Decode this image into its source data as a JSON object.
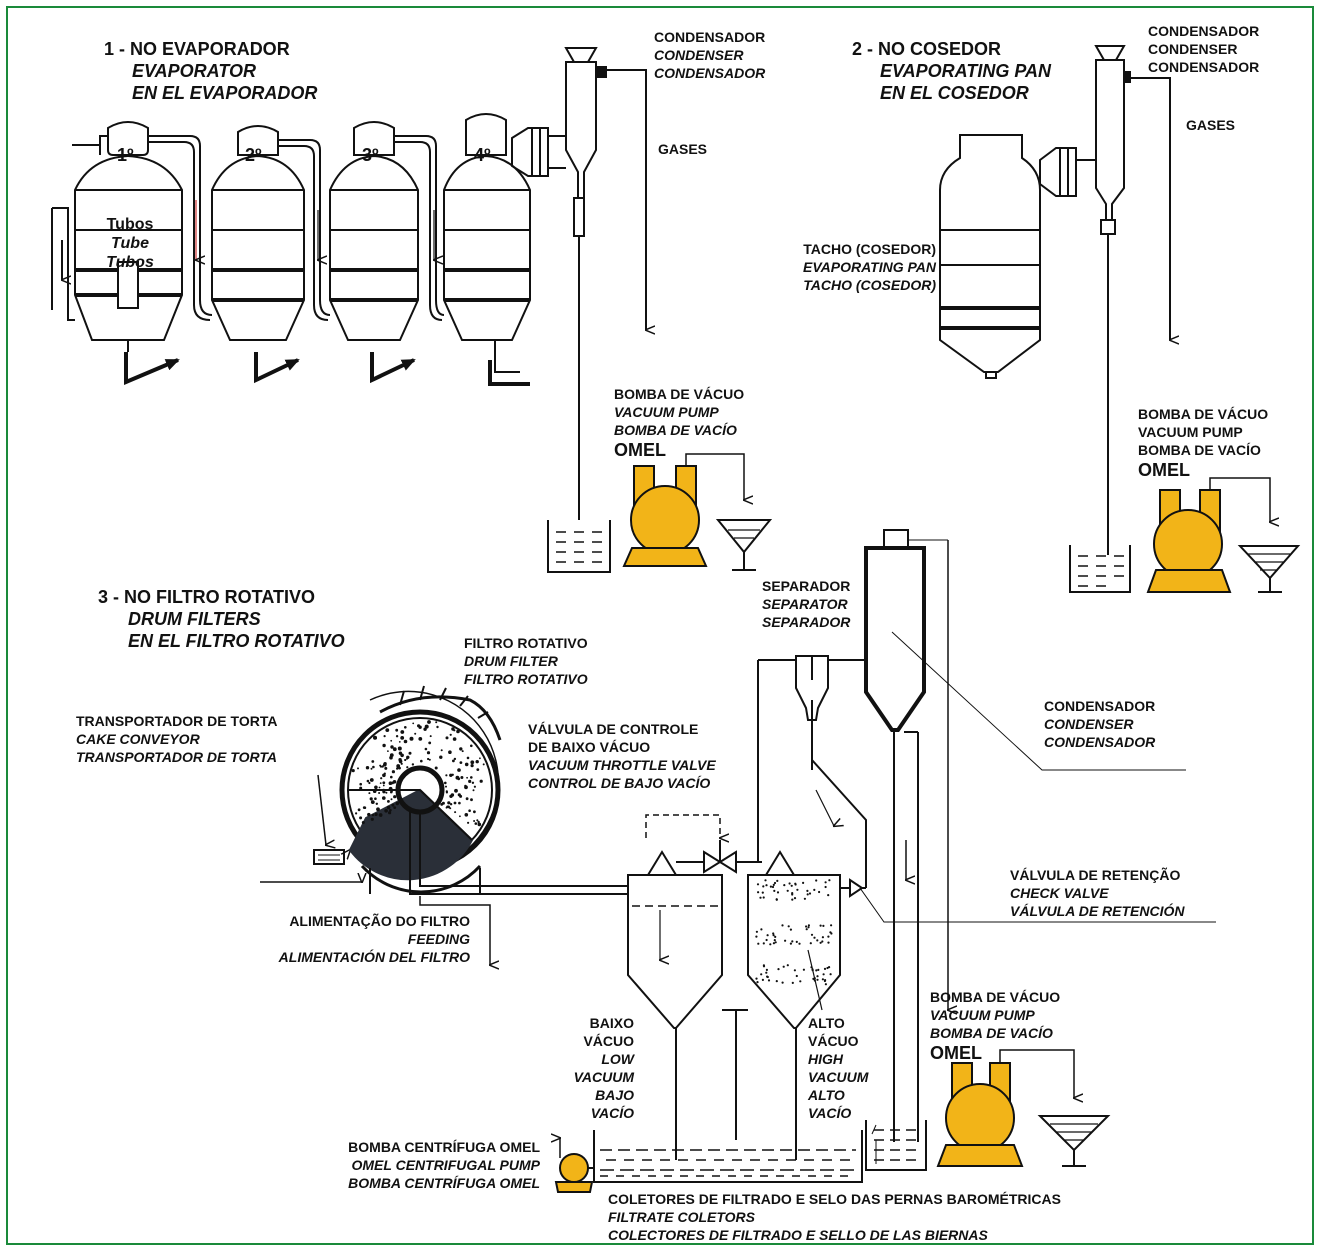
{
  "sections": {
    "evaporator": {
      "line1": "1 - NO EVAPORADOR",
      "line2": "EVAPORATOR",
      "line3": "EN EL EVAPORADOR"
    },
    "pan": {
      "line1": "2 - NO COSEDOR",
      "line2": "EVAPORATING PAN",
      "line3": "EN EL COSEDOR"
    },
    "filter": {
      "line1": "3 - NO FILTRO ROTATIVO",
      "line2": "DRUM FILTERS",
      "line3": "EN EL FILTRO ROTATIVO"
    }
  },
  "effects": [
    "1º",
    "2º",
    "3º",
    "4º"
  ],
  "tubes": [
    "Tubos",
    "Tube",
    "Tubos"
  ],
  "condenser1": [
    "CONDENSADOR",
    "CONDENSER",
    "CONDENSADOR"
  ],
  "condenser2": [
    "CONDENSADOR",
    "CONDENSER",
    "CONDENSADOR"
  ],
  "condenser3": [
    "CONDENSADOR",
    "CONDENSER",
    "CONDENSADOR"
  ],
  "gases1": "GASES",
  "gases2": "GASES",
  "tacho": [
    "TACHO (COSEDOR)",
    "EVAPORATING PAN",
    "TACHO (COSEDOR)"
  ],
  "pump1": [
    "BOMBA DE VÁCUO",
    "VACUUM PUMP",
    "BOMBA DE VACÍO"
  ],
  "pump2": [
    "BOMBA DE VÁCUO",
    "VACUUM PUMP",
    "BOMBA DE VACÍO"
  ],
  "pump3": [
    "BOMBA DE VÁCUO",
    "VACUUM PUMP",
    "BOMBA DE VACÍO"
  ],
  "omel": "OMEL",
  "separator": [
    "SEPARADOR",
    "SEPARATOR",
    "SEPARADOR"
  ],
  "drum_filter": [
    "FILTRO ROTATIVO",
    "DRUM FILTER",
    "FILTRO ROTATIVO"
  ],
  "cake": [
    "TRANSPORTADOR DE TORTA",
    "CAKE CONVEYOR",
    "TRANSPORTADOR DE TORTA"
  ],
  "throttle": [
    "VÁLVULA DE CONTROLE",
    "DE BAIXO VÁCUO",
    "VACUUM THROTTLE VALVE",
    "CONTROL DE BAJO VACÍO"
  ],
  "check_valve": [
    "VÁLVULA DE RETENÇÃO",
    "CHECK VALVE",
    "VÁLVULA DE RETENCIÓN"
  ],
  "feeding": [
    "ALIMENTAÇÃO DO FILTRO",
    "FEEDING",
    "ALIMENTACIÓN DEL FILTRO"
  ],
  "low_vacuum": [
    "BAIXO",
    "VÁCUO",
    "LOW",
    "VACUUM",
    "BAJO",
    "VACÍO"
  ],
  "high_vacuum": [
    "ALTO",
    "VÁCUO",
    "HIGH",
    "VACUUM",
    "ALTO",
    "VACÍO"
  ],
  "centrifugal": [
    "BOMBA CENTRÍFUGA OMEL",
    "OMEL CENTRIFUGAL PUMP",
    "BOMBA CENTRÍFUGA OMEL"
  ],
  "collectors": [
    "COLETORES DE FILTRADO E SELO DAS PERNAS BAROMÉTRICAS",
    "FILTRATE COLETORS",
    "COLECTORES DE FILTRADO E SELLO DE LAS BIERNAS"
  ],
  "colors": {
    "pump": "#f2b418",
    "border": "#1a8a3a",
    "line": "#111111",
    "cake": "#2a2f38"
  }
}
